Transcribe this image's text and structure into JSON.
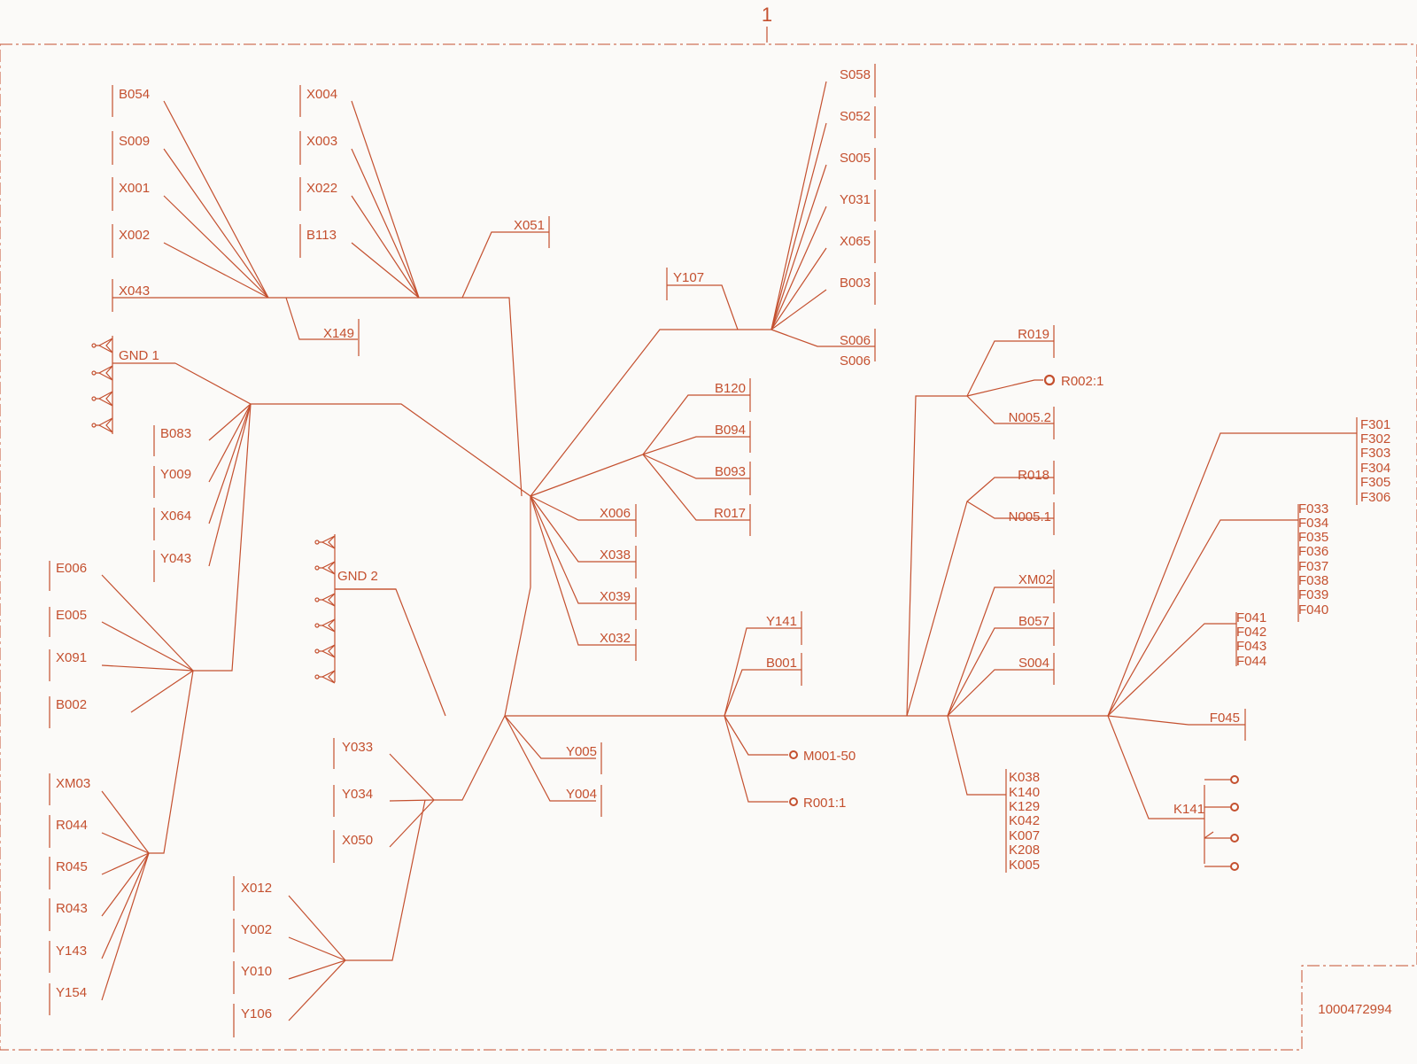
{
  "sheet_number": "1",
  "document_number": "1000472994",
  "colors": {
    "wire": "#c4502f",
    "background": "#fbfaf8"
  },
  "connectors": {
    "B054": "B054",
    "S009": "S009",
    "X001": "X001",
    "X002": "X002",
    "X043": "X043",
    "X149": "X149",
    "X004": "X004",
    "X003": "X003",
    "X022": "X022",
    "B113": "B113",
    "X051": "X051",
    "B083": "B083",
    "Y009": "Y009",
    "X064": "X064",
    "Y043": "Y043",
    "E006": "E006",
    "E005": "E005",
    "X091": "X091",
    "B002": "B002",
    "XM03": "XM03",
    "R044": "R044",
    "R045": "R045",
    "R043": "R043",
    "Y143": "Y143",
    "Y154": "Y154",
    "Y033": "Y033",
    "Y034": "Y034",
    "X050": "X050",
    "X012": "X012",
    "Y002": "Y002",
    "Y010": "Y010",
    "Y106": "Y106",
    "Y005": "Y005",
    "Y004": "Y004",
    "Y107": "Y107",
    "S058": "S058",
    "S052": "S052",
    "S005": "S005",
    "Y031": "Y031",
    "X065": "X065",
    "B003": "B003",
    "S006": "S006",
    "B120": "B120",
    "B094": "B094",
    "B093": "B093",
    "R017": "R017",
    "X006": "X006",
    "X038": "X038",
    "X039": "X039",
    "X032": "X032",
    "Y141": "Y141",
    "B001": "B001",
    "R019": "R019",
    "N005_2": "N005.2",
    "R018": "R018",
    "N005_1": "N005.1",
    "XM02": "XM02",
    "B057": "B057",
    "S004": "S004",
    "F045": "F045",
    "K141": "K141"
  },
  "grounds": {
    "gnd1": "GND 1",
    "gnd2": "GND 2"
  },
  "pin_terminals": {
    "r002_1": "R002:1",
    "m001_50": "M001-50",
    "r001_1": "R001:1"
  },
  "groups": {
    "k_list": [
      "K038",
      "K140",
      "K129",
      "K042",
      "K007",
      "K208",
      "K005"
    ],
    "f301_group": [
      "F301",
      "F302",
      "F303",
      "F304",
      "F305",
      "F306"
    ],
    "f033_group": [
      "F033",
      "F034",
      "F035",
      "F036",
      "F037",
      "F038",
      "F039",
      "F040"
    ],
    "f041_group": [
      "F041",
      "F042",
      "F043",
      "F044"
    ]
  }
}
